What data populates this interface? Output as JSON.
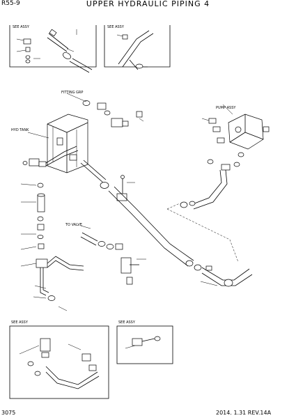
{
  "header": {
    "model": "R55-9",
    "title": "UPPER HYDRAULIC PIPING 4"
  },
  "footer": {
    "page_number": "3075",
    "date_revision": "2014. 1.31  REV.14A"
  }
}
